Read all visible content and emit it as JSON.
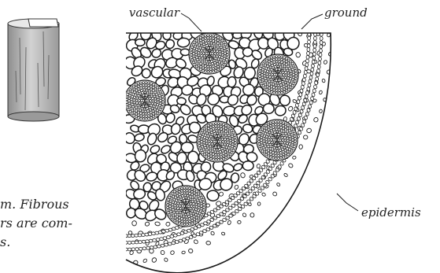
{
  "labels": {
    "vascular": "vascular",
    "ground": "ground",
    "epidermis": "epidermis"
  },
  "caption": {
    "line1": "m. Fibrous",
    "line2": "rs are com-",
    "line3": "s."
  },
  "colors": {
    "ink": "#1a1a1a",
    "stem_shade": "#a9a9a9",
    "stem_light": "#d9d9d9",
    "paper": "#ffffff"
  }
}
